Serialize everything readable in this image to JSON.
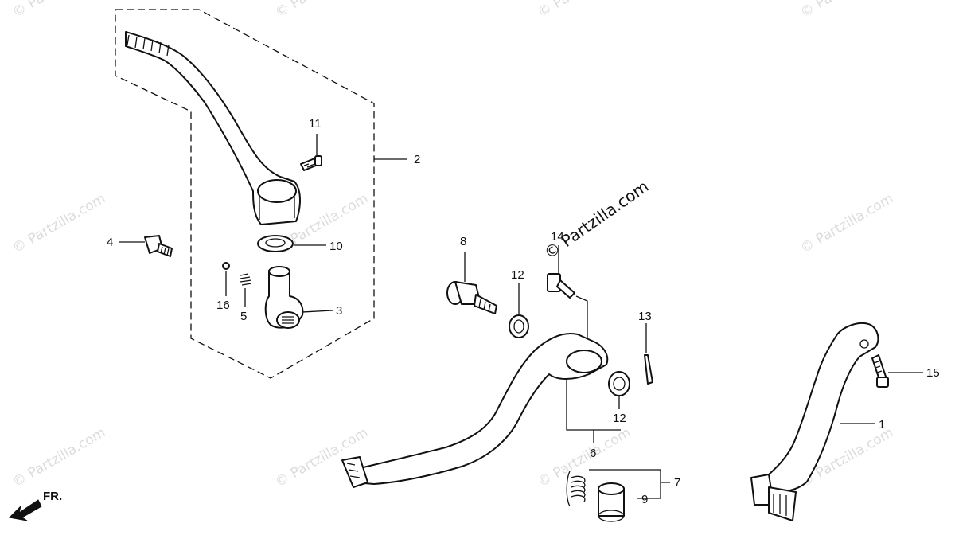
{
  "watermark_text": "© Partzilla.com",
  "direction_label": "FR.",
  "callouts": {
    "c1": "1",
    "c2": "2",
    "c3": "3",
    "c4": "4",
    "c5": "5",
    "c6": "6",
    "c7": "7",
    "c8": "8",
    "c9": "9",
    "c10": "10",
    "c11": "11",
    "c12a": "12",
    "c12b": "12",
    "c13": "13",
    "c14": "14",
    "c15": "15",
    "c16": "16"
  }
}
